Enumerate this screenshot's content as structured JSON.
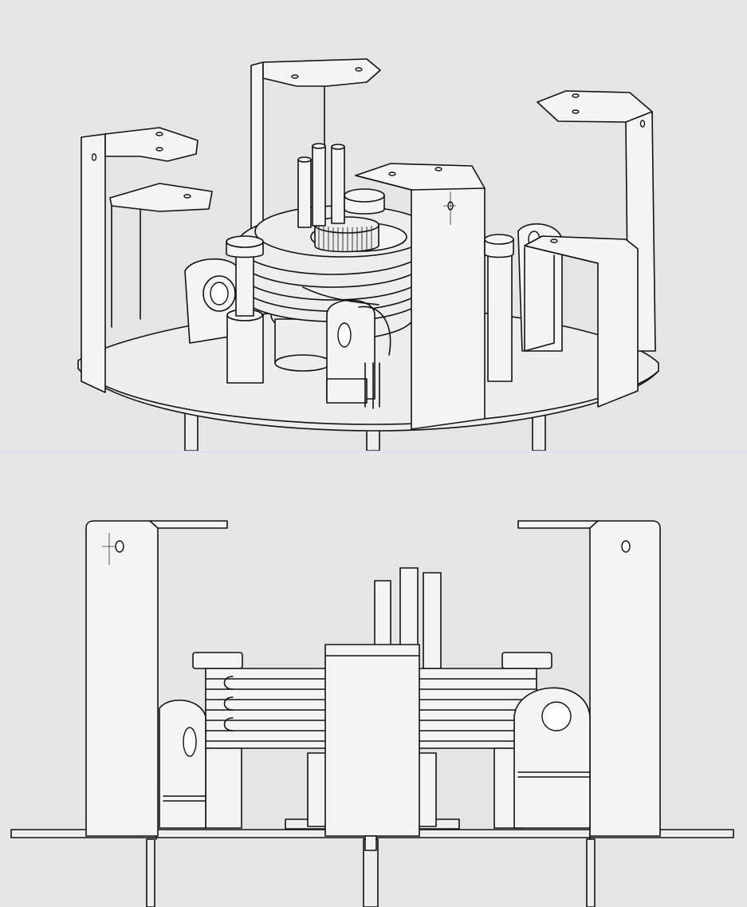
{
  "figure": {
    "views": [
      {
        "id": "isometric",
        "projection": "isometric"
      },
      {
        "id": "front",
        "projection": "front-elevation"
      }
    ],
    "colors": {
      "background": "#e6e5e6",
      "line": "#111111",
      "part_fill": "#ededed",
      "divider": "#c9cfe4"
    }
  }
}
